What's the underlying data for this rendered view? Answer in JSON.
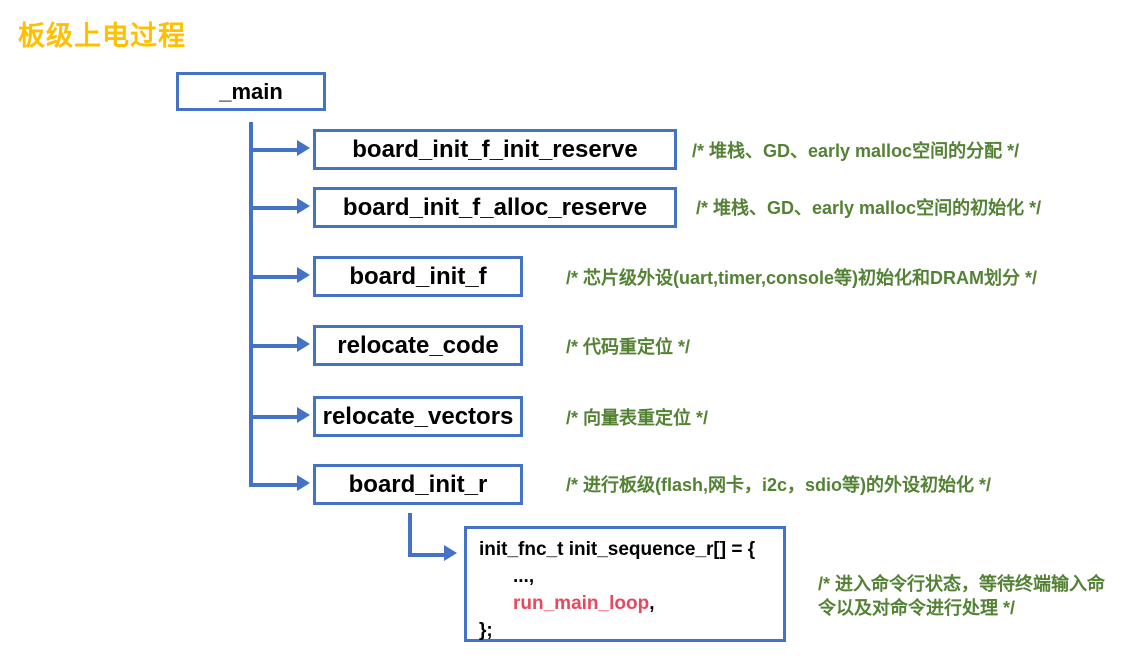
{
  "title": "板级上电过程",
  "colors": {
    "title": "#FFC000",
    "box_border": "#4472C4",
    "comment_text": "#548235",
    "code_highlight": "#E8485E",
    "box_text": "#000000",
    "background": "#FFFFFF"
  },
  "nodes": {
    "main": "_main",
    "board_init_f_init_reserve": "board_init_f_init_reserve",
    "board_init_f_alloc_reserve": "board_init_f_alloc_reserve",
    "board_init_f": "board_init_f",
    "relocate_code": "relocate_code",
    "relocate_vectors": "relocate_vectors",
    "board_init_r": "board_init_r"
  },
  "code_block": {
    "line1": "init_fnc_t init_sequence_r[] = {",
    "line2": "...,",
    "line3_highlight": "run_main_loop",
    "line3_suffix": ",",
    "line4": "};"
  },
  "comments": {
    "board_init_f_init_reserve": "/* 堆栈、GD、early malloc空间的分配 */",
    "board_init_f_alloc_reserve": "/* 堆栈、GD、early malloc空间的初始化 */",
    "board_init_f": "/* 芯片级外设(uart,timer,console等)初始化和DRAM划分 */",
    "relocate_code": "/* 代码重定位 */",
    "relocate_vectors": "/* 向量表重定位 */",
    "board_init_r": "/* 进行板级(flash,网卡，i2c，sdio等)的外设初始化 */",
    "code_block": "/* 进入命令行状态，等待终端输入命令以及对命令进行处理 */"
  }
}
